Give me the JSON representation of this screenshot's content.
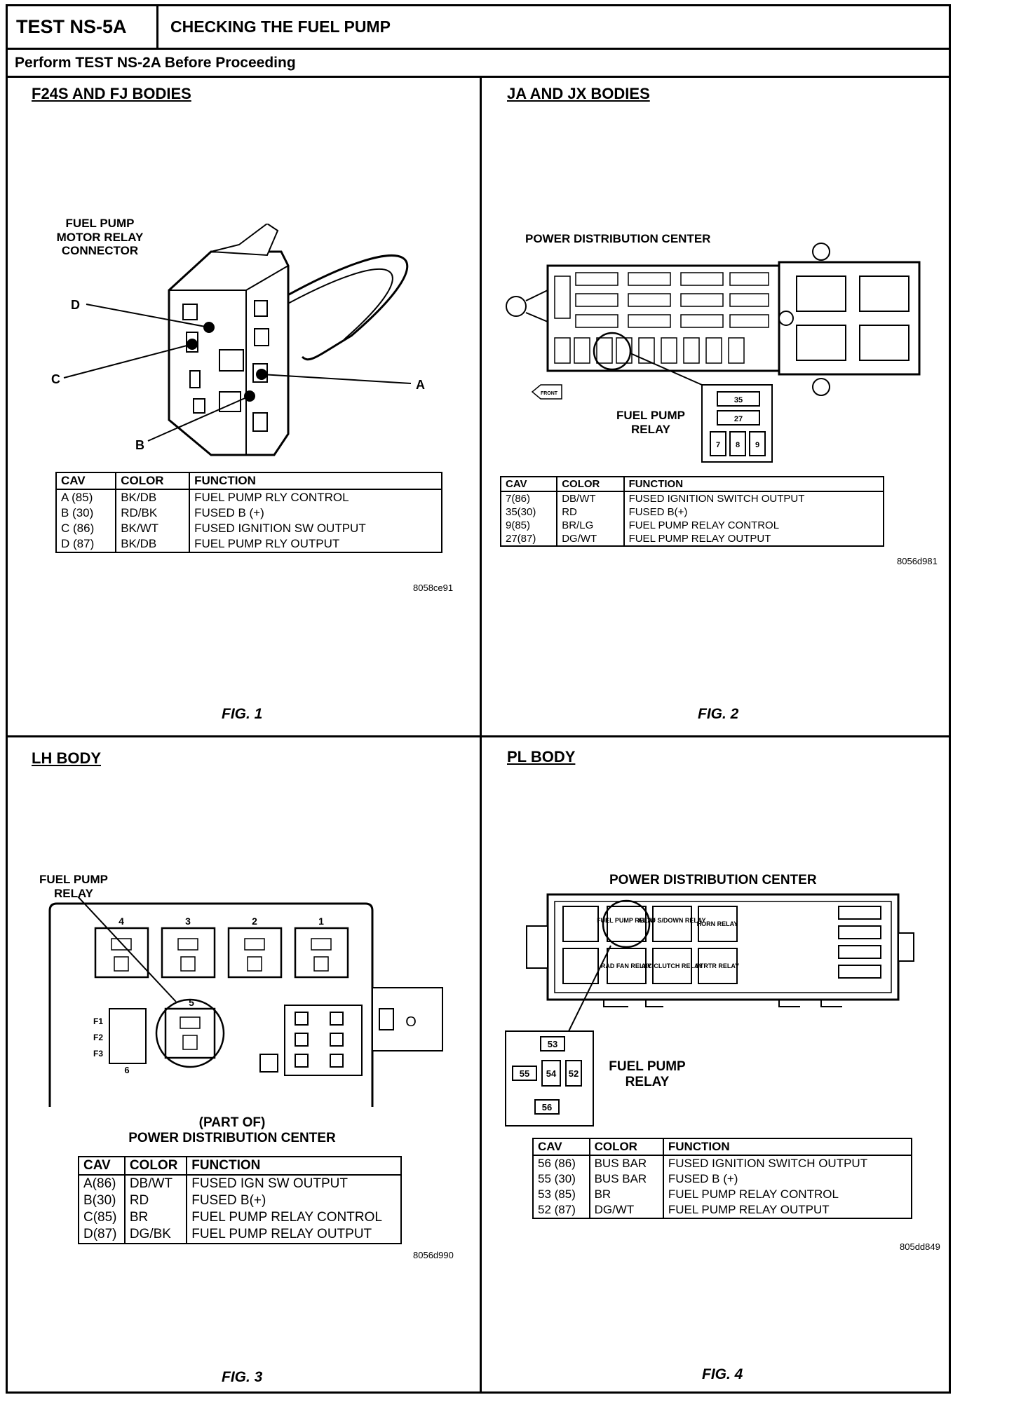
{
  "header": {
    "test_id": "TEST NS-5A",
    "title": "CHECKING THE FUEL PUMP",
    "prerequisite": "Perform TEST NS-2A Before Proceeding"
  },
  "panels": [
    {
      "title": "F24S AND FJ BODIES",
      "figure": "FIG. 1",
      "code": "8058ce91",
      "diagram_labels": {
        "connector_line1": "FUEL PUMP",
        "connector_line2": "MOTOR RELAY",
        "connector_line3": "CONNECTOR",
        "pin_a": "A",
        "pin_b": "B",
        "pin_c": "C",
        "pin_d": "D"
      },
      "table": {
        "headers": [
          "CAV",
          "COLOR",
          "FUNCTION"
        ],
        "rows": [
          [
            "A (85)",
            "BK/DB",
            "FUEL PUMP RLY CONTROL"
          ],
          [
            "B (30)",
            "RD/BK",
            "FUSED B (+)"
          ],
          [
            "C (86)",
            "BK/WT",
            "FUSED IGNITION SW OUTPUT"
          ],
          [
            "D (87)",
            "BK/DB",
            "FUEL PUMP RLY OUTPUT"
          ]
        ]
      }
    },
    {
      "title": "JA AND JX BODIES",
      "figure": "FIG. 2",
      "code": "8056d981",
      "diagram_labels": {
        "pdc": "POWER DISTRIBUTION CENTER",
        "relay_line1": "FUEL PUMP",
        "relay_line2": "RELAY",
        "front": "FRONT",
        "cav_35": "35",
        "cav_27": "27",
        "cav_7": "7",
        "cav_8": "8",
        "cav_9": "9"
      },
      "table": {
        "headers": [
          "CAV",
          "COLOR",
          "FUNCTION"
        ],
        "rows": [
          [
            "7(86)",
            "DB/WT",
            "FUSED IGNITION SWITCH OUTPUT"
          ],
          [
            "35(30)",
            "RD",
            "FUSED B(+)"
          ],
          [
            "9(85)",
            "BR/LG",
            "FUEL PUMP RELAY CONTROL"
          ],
          [
            "27(87)",
            "DG/WT",
            "FUEL PUMP RELAY OUTPUT"
          ]
        ]
      }
    },
    {
      "title": "LH BODY",
      "figure": "FIG. 3",
      "code": "8056d990",
      "diagram_labels": {
        "relay_line1": "FUEL PUMP",
        "relay_line2": "RELAY",
        "pdc_line1": "(PART OF)",
        "pdc_line2": "POWER DISTRIBUTION CENTER",
        "slot_4": "4",
        "slot_3": "3",
        "slot_2": "2",
        "slot_1": "1",
        "slot_5": "5",
        "slot_6": "6",
        "f1": "F1",
        "f2": "F2",
        "f3": "F3"
      },
      "table": {
        "headers": [
          "CAV",
          "COLOR",
          "FUNCTION"
        ],
        "rows": [
          [
            "A(86)",
            "DB/WT",
            "FUSED IGN SW OUTPUT"
          ],
          [
            "B(30)",
            "RD",
            "FUSED B(+)"
          ],
          [
            "C(85)",
            "BR",
            "FUEL PUMP RELAY CONTROL"
          ],
          [
            "D(87)",
            "DG/BK",
            "FUEL PUMP RELAY OUTPUT"
          ]
        ]
      }
    },
    {
      "title": "PL BODY",
      "figure": "FIG. 4",
      "code": "805dd849",
      "diagram_labels": {
        "pdc": "POWER DISTRIBUTION CENTER",
        "relay_line1": "FUEL PUMP",
        "relay_line2": "RELAY",
        "cav_53": "53",
        "cav_55": "55",
        "cav_54": "54",
        "cav_52": "52",
        "cav_56": "56",
        "fuel_pump_relay_box": "FUEL PUMP RELAY",
        "auto_shutdown_relay": "AUTO S/DOWN RELAY",
        "horn_relay": "HORN RELAY",
        "rad_fan_relay": "RAD FAN RELAY",
        "ac_clutch_relay": "A/C CLUTCH RELAY",
        "strtr_relay": "STRTR RELAY"
      },
      "table": {
        "headers": [
          "CAV",
          "COLOR",
          "FUNCTION"
        ],
        "rows": [
          [
            "56 (86)",
            "BUS BAR",
            "FUSED IGNITION SWITCH OUTPUT"
          ],
          [
            "55 (30)",
            "BUS BAR",
            "FUSED B (+)"
          ],
          [
            "53 (85)",
            "BR",
            "FUEL PUMP RELAY CONTROL"
          ],
          [
            "52 (87)",
            "DG/WT",
            "FUEL PUMP RELAY OUTPUT"
          ]
        ]
      }
    }
  ]
}
